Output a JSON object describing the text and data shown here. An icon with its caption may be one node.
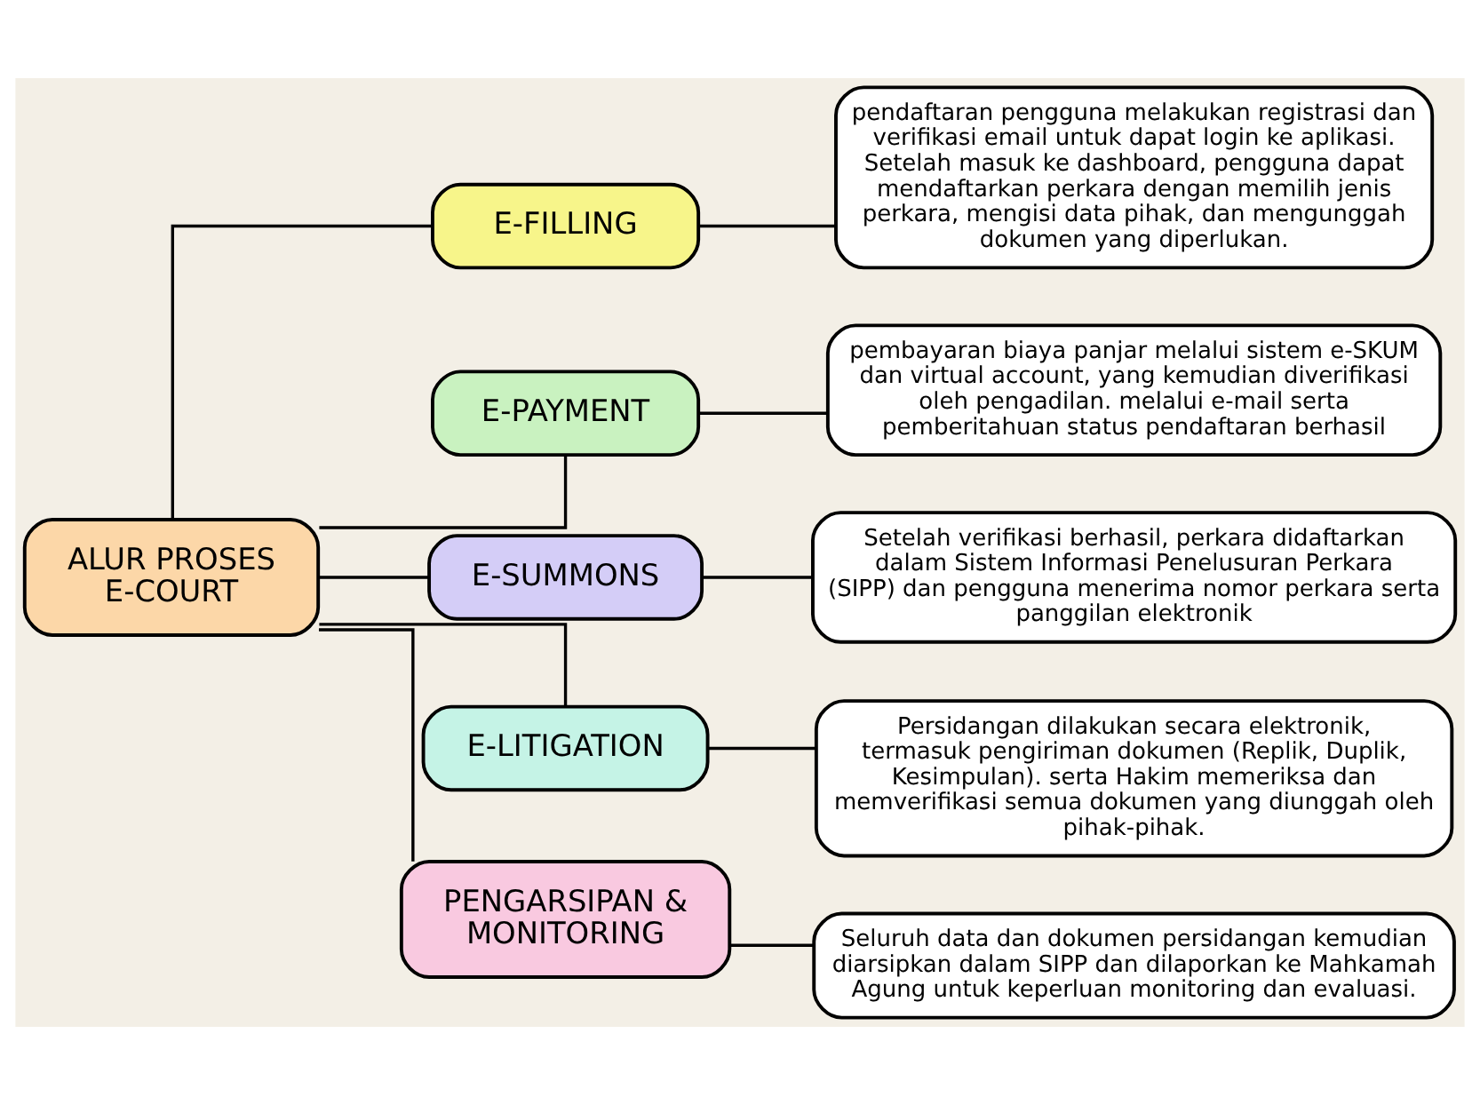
{
  "diagram": {
    "nodes": [
      {
        "text": [
          "ALUR PROSES E-COURT"
        ]
      },
      {
        "text": [
          "E-FILLING"
        ]
      },
      {
        "text": [
          "pendaftaran pengguna melakukan registrasi dan verifikasi email untuk dapat login ke aplikasi. Setelah masuk ke dashboard, pengguna dapat mendaftarkan perkara dengan memilih jenis perkara, mengisi data pihak, dan mengunggah dokumen yang diperlukan."
        ]
      },
      {
        "text": [
          "E-PAYMENT"
        ]
      },
      {
        "text": [
          "pembayaran biaya panjar melalui sistem e-SKUM dan virtual account, yang kemudian diverifikasi oleh pengadilan. melalui e-mail serta pemberitahuan status pendaftaran berhasil"
        ]
      },
      {
        "text": [
          "E-SUMMONS"
        ]
      },
      {
        "text": [
          "Setelah verifikasi berhasil, perkara didaftarkan dalam Sistem Informasi Penelusuran Perkara (SIPP) dan pengguna menerima nomor perkara serta panggilan elektronik"
        ]
      },
      {
        "text": [
          "E-LITIGATION"
        ]
      },
      {
        "text": [
          "Persidangan dilakukan secara elektronik, termasuk pengiriman dokumen (Replik, Duplik, Kesimpulan). serta Hakim memeriksa dan memverifikasi semua dokumen yang diunggah oleh pihak-pihak."
        ]
      },
      {
        "text": [
          "PENGARSIPAN & MONITORING"
        ]
      },
      {
        "text": [
          "Seluruh data dan dokumen persidangan kemudian diarsipkan dalam SIPP dan dilaporkan ke Mahkamah Agung untuk keperluan monitoring dan evaluasi."
        ]
      }
    ],
    "edges": [
      {
        "from": 0,
        "to": 1,
        "arrow": "none"
      },
      {
        "from": 0,
        "to": 3,
        "arrow": "none"
      },
      {
        "from": 0,
        "to": 5,
        "arrow": "none"
      },
      {
        "from": 0,
        "to": 7,
        "arrow": "none"
      },
      {
        "from": 0,
        "to": 9,
        "arrow": "none"
      },
      {
        "from": 1,
        "to": 2,
        "arrow": "none"
      },
      {
        "from": 3,
        "to": 4,
        "arrow": "none"
      },
      {
        "from": 5,
        "to": 6,
        "arrow": "none"
      },
      {
        "from": 7,
        "to": 8,
        "arrow": "none"
      },
      {
        "from": 9,
        "to": 10,
        "arrow": "none"
      }
    ]
  }
}
